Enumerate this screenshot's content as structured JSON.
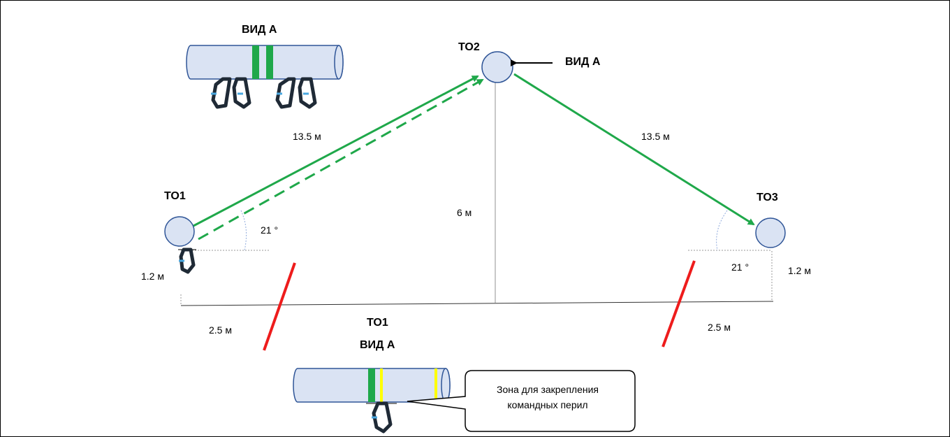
{
  "labels": {
    "top_view_title": "ВИД А",
    "to1": "ТО1",
    "to2": "ТО2",
    "to3": "ТО3",
    "view_a_arrow": "ВИД А",
    "len_left": "13.5 м",
    "len_right": "13.5 м",
    "height_center": "6 м",
    "angle_left": "21 °",
    "angle_right": "21 °",
    "height_left": "1.2 м",
    "height_right": "1.2 м",
    "dist_left": "2.5 м",
    "dist_right": "2.5 м",
    "bottom_to1": "ТО1",
    "bottom_view_a": "ВИД А",
    "callout_line1": "Зона для закрепления",
    "callout_line2": "командных перил"
  },
  "colors": {
    "rope": "#1fa84a",
    "pipe_fill": "#dae3f3",
    "pipe_stroke": "#2f5597",
    "red_line": "#ee1c1c",
    "marker_yellow": "#ffff00",
    "gray_line": "#c8c8c8",
    "angle_arc": "#8faadc"
  }
}
